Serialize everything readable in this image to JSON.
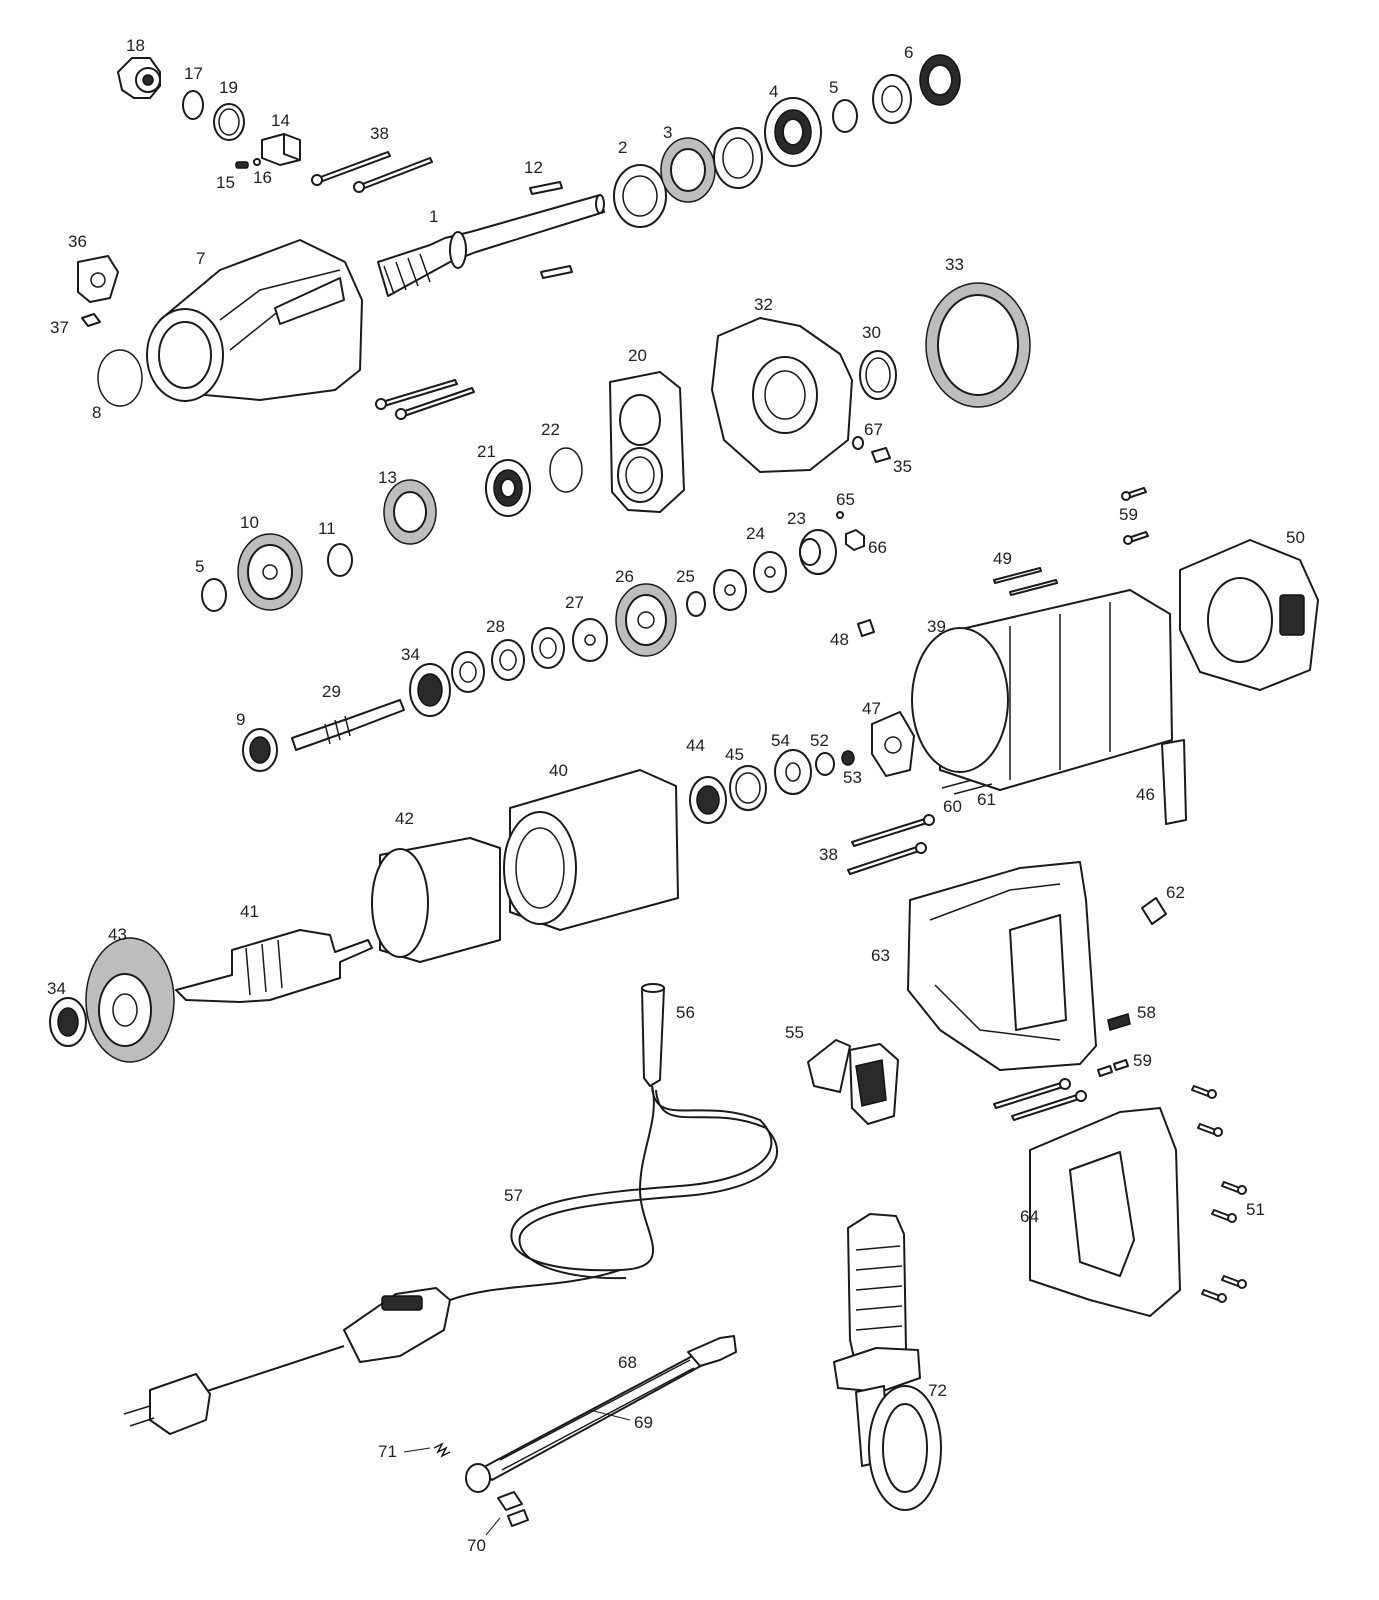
{
  "diagram": {
    "callouts": [
      "1",
      "2",
      "3",
      "4",
      "5",
      "6",
      "7",
      "8",
      "9",
      "10",
      "11",
      "12",
      "13",
      "14",
      "15",
      "16",
      "17",
      "18",
      "19",
      "20",
      "21",
      "22",
      "23",
      "24",
      "25",
      "26",
      "27",
      "28",
      "29",
      "30",
      "32",
      "33",
      "34",
      "35",
      "36",
      "37",
      "38",
      "39",
      "40",
      "41",
      "42",
      "43",
      "44",
      "45",
      "46",
      "47",
      "48",
      "49",
      "50",
      "51",
      "52",
      "53",
      "54",
      "55",
      "56",
      "57",
      "58",
      "59",
      "60",
      "61",
      "62",
      "63",
      "64",
      "65",
      "66",
      "67",
      "68",
      "69",
      "70",
      "71",
      "72"
    ]
  }
}
